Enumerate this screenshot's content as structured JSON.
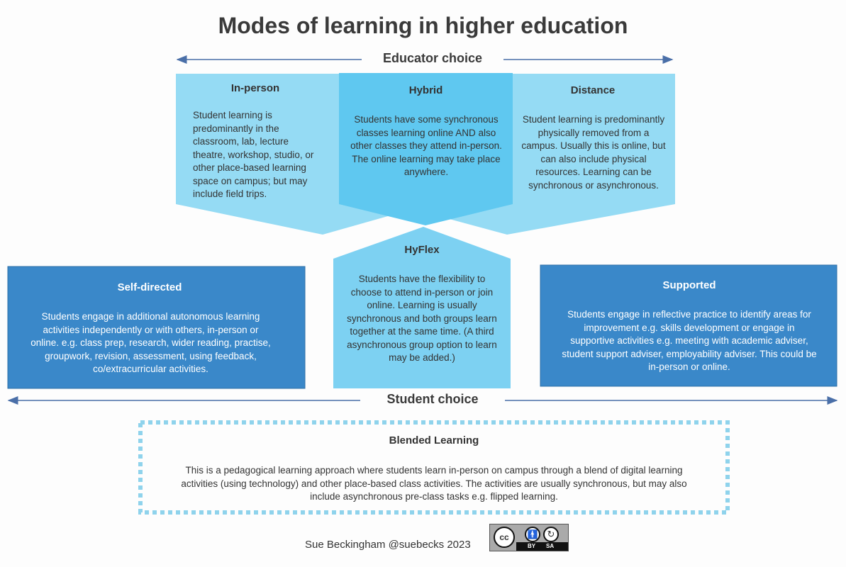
{
  "title": "Modes of learning in higher education",
  "educator_choice": "Educator choice",
  "student_choice": "Student choice",
  "modes": {
    "in_person": {
      "title": "In-person",
      "text": "Student learning is predominantly in the classroom, lab, lecture theatre, workshop, studio, or other place-based learning space on campus; but may include field trips."
    },
    "hybrid": {
      "title": "Hybrid",
      "text": "Students have some synchronous classes learning online AND also other classes they attend in-person. The online learning may take place anywhere."
    },
    "distance": {
      "title": "Distance",
      "text": "Student learning is predominantly physically removed from a campus. Usually this is online, but can also include physical resources. Learning can be synchronous or asynchronous."
    },
    "hyflex": {
      "title": "HyFlex",
      "text": "Students have the flexibility to choose to attend in-person or join online. Learning is usually synchronous and both groups learn together at the same time. (A third asynchronous group option to learn may be added.)"
    },
    "self_directed": {
      "title": "Self-directed",
      "text": "Students engage in additional autonomous learning activities independently or with others, in-person or online. e.g. class prep, research, wider reading, practise, groupwork, revision, assessment, using feedback, co/extracurricular activities."
    },
    "supported": {
      "title": "Supported",
      "text": "Students engage in reflective practice to identify areas for improvement e.g. skills development or engage in supportive activities e.g. meeting with academic adviser, student support adviser, employability adviser. This could be in-person or online."
    },
    "blended": {
      "title": "Blended Learning",
      "text": "This is a pedagogical learning approach where students learn in-person on campus through a blend of digital learning activities (using technology) and other place-based class activities. The activities are usually synchronous, but may also include asynchronous pre-class tasks e.g. flipped learning."
    }
  },
  "credit": "Sue Beckingham @suebecks 2023",
  "license": {
    "cc": "cc",
    "by": "BY",
    "sa": "SA"
  },
  "colors": {
    "light": "#95dbf4",
    "hybrid": "#5fc8f0",
    "hyflex": "#7dd1f2",
    "dark": "#3a88c9",
    "arrow": "#4a6fa8"
  }
}
